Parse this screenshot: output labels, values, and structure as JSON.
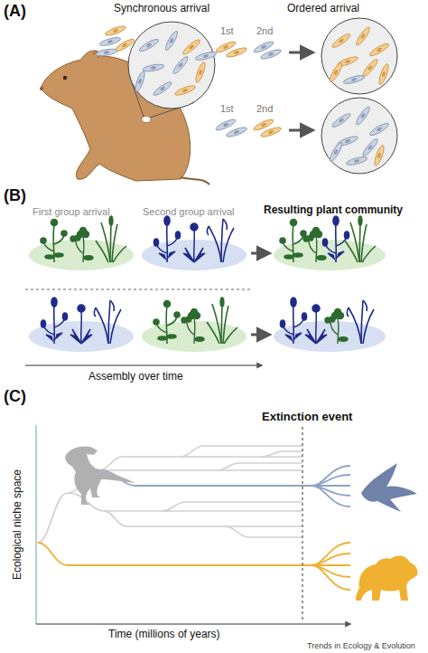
{
  "diagram": {
    "labels": [
      "(A)",
      "Synchronous arrival",
      "Ordered arrival",
      "1st",
      "2nd",
      "1st",
      "2nd",
      "(B)",
      "First group arrival",
      "Second group arrival",
      "Resulting plant community",
      "Assembly over time",
      "(C)",
      "Extinction event",
      "Ecological niche space",
      "Time (millions of years)",
      "Trends in Ecology & Evolution"
    ]
  }
}
